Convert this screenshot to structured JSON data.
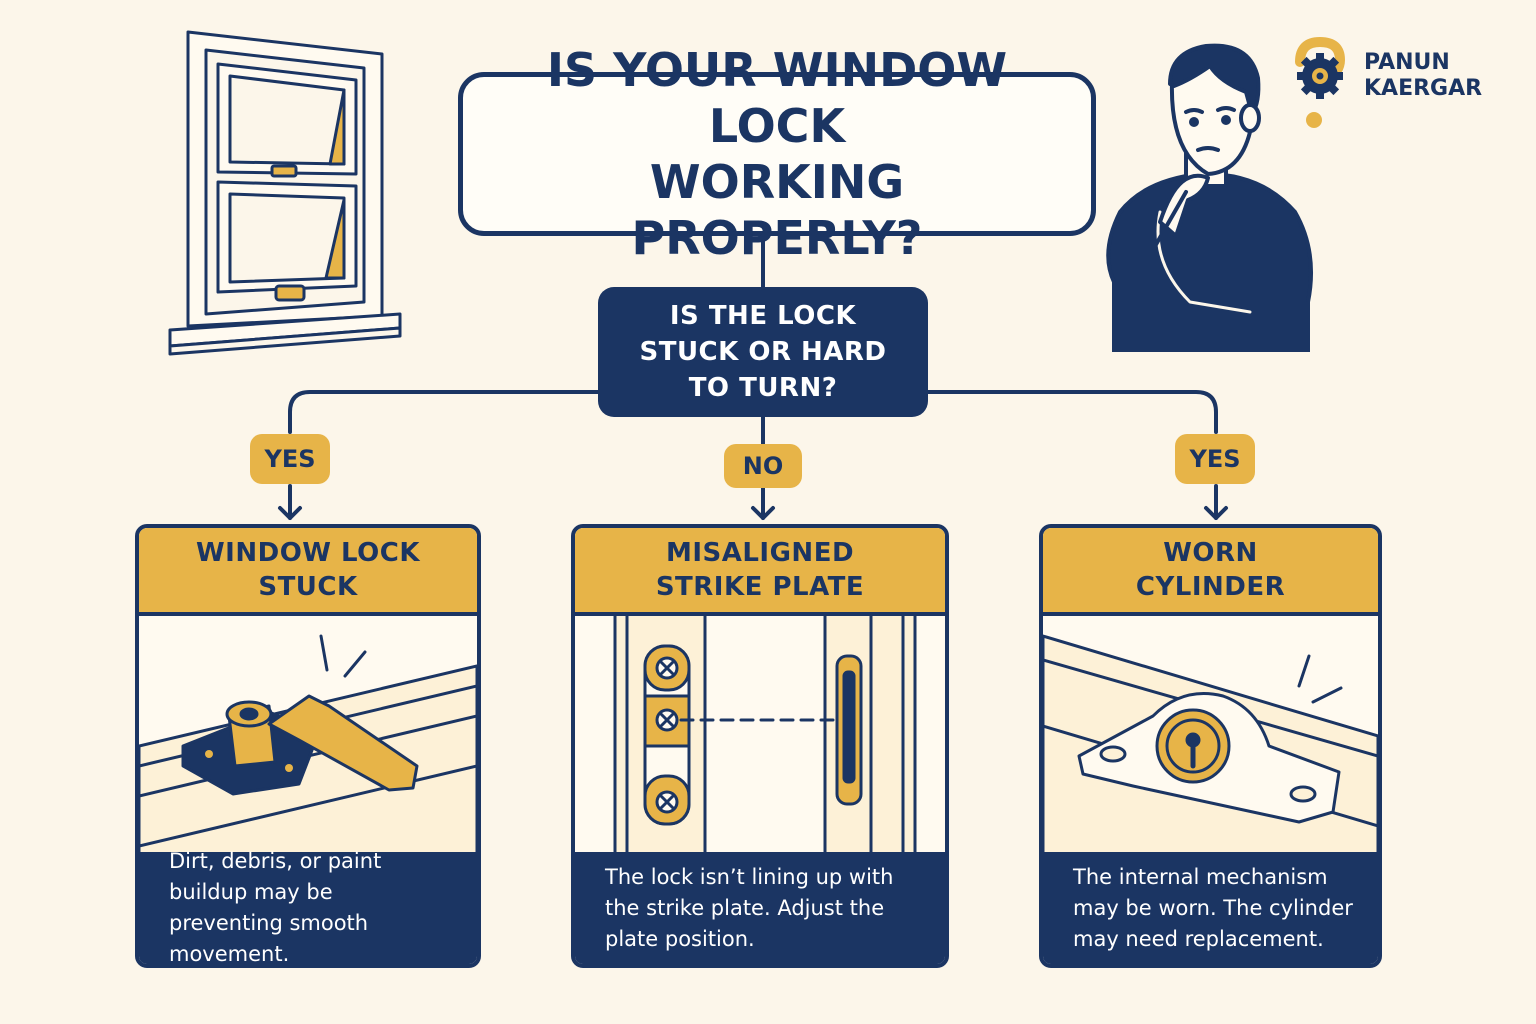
{
  "main_question": "IS YOUR WINDOW LOCK\nWORKING PROPERLY?",
  "sub_question": "IS THE LOCK\nSTUCK OR HARD\nTO TURN?",
  "branches": [
    {
      "answer": "YES",
      "title": "WINDOW LOCK\nSTUCK",
      "description": "Dirt, debris, or paint buildup may be preventing smooth movement.",
      "illustration_icon": "stuck-window-lock-icon"
    },
    {
      "answer": "NO",
      "title": "MISALIGNED\nSTRIKE PLATE",
      "description": "The lock isn’t lining up with the strike plate. Adjust the plate position.",
      "illustration_icon": "misaligned-strike-plate-icon"
    },
    {
      "answer": "YES",
      "title": "WORN\nCYLINDER",
      "description": "The internal mechanism may be worn. The cylinder may need replacement.",
      "illustration_icon": "worn-cylinder-icon"
    }
  ],
  "brand": {
    "line1": "PANUN",
    "line2": "KAERGAR",
    "logo_icon": "gear-question-mark-logo"
  },
  "decorations": {
    "window_icon": "sash-window-icon",
    "person_icon": "thinking-person-icon"
  },
  "colors": {
    "navy": "#1b3563",
    "gold": "#e7b448",
    "background": "#fcf6ea",
    "cream": "#fffaf0"
  }
}
